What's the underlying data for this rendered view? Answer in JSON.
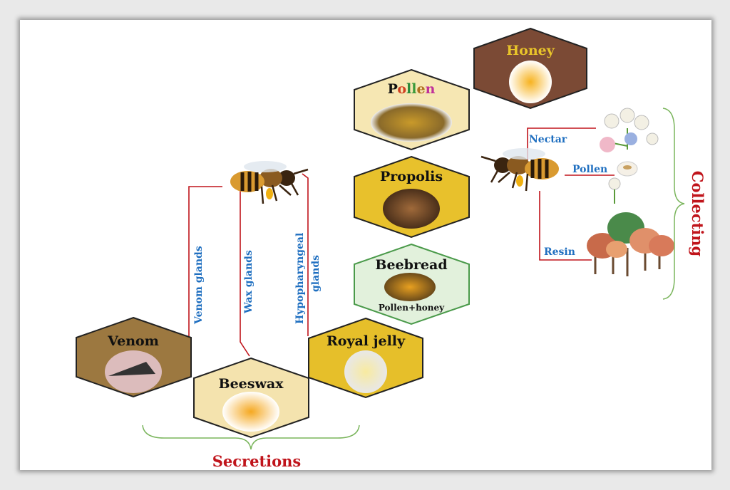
{
  "products": {
    "honey": {
      "label": "Honey",
      "fill": "#7b4a35",
      "text": "#e8c42a"
    },
    "pollen": {
      "label": "Pollen",
      "fill": "#f6e7b3",
      "letters": [
        "P",
        "o",
        "l",
        "l",
        "e",
        "n"
      ],
      "letter_colors": [
        "#111111",
        "#d04020",
        "#2a8a3a",
        "#3a9a3a",
        "#b07020",
        "#c0309a"
      ]
    },
    "propolis": {
      "label": "Propolis",
      "fill": "#e8c12c"
    },
    "beebread": {
      "label": "Beebread",
      "sublabel": "Pollen+honey",
      "fill": "#e2f1dc"
    },
    "royal_jelly": {
      "label": "Royal jelly",
      "fill": "#e6bf2a"
    },
    "beeswax": {
      "label": "Beeswax",
      "fill": "#f4e3ae"
    },
    "venom": {
      "label": "Venom",
      "fill": "#9c7840"
    }
  },
  "glands": {
    "venom": "Venom glands",
    "wax": "Wax glands",
    "hypo1": "Hypopharyngeal",
    "hypo2": "glands"
  },
  "sources": {
    "nectar": "Nectar",
    "pollen": "Pollen",
    "resin": "Resin"
  },
  "groups": {
    "secretions": "Secretions",
    "collecting": "Collecting"
  },
  "colors": {
    "line": "#c0141b",
    "label": "#1f6fc0",
    "brace": "#7ab55c"
  }
}
